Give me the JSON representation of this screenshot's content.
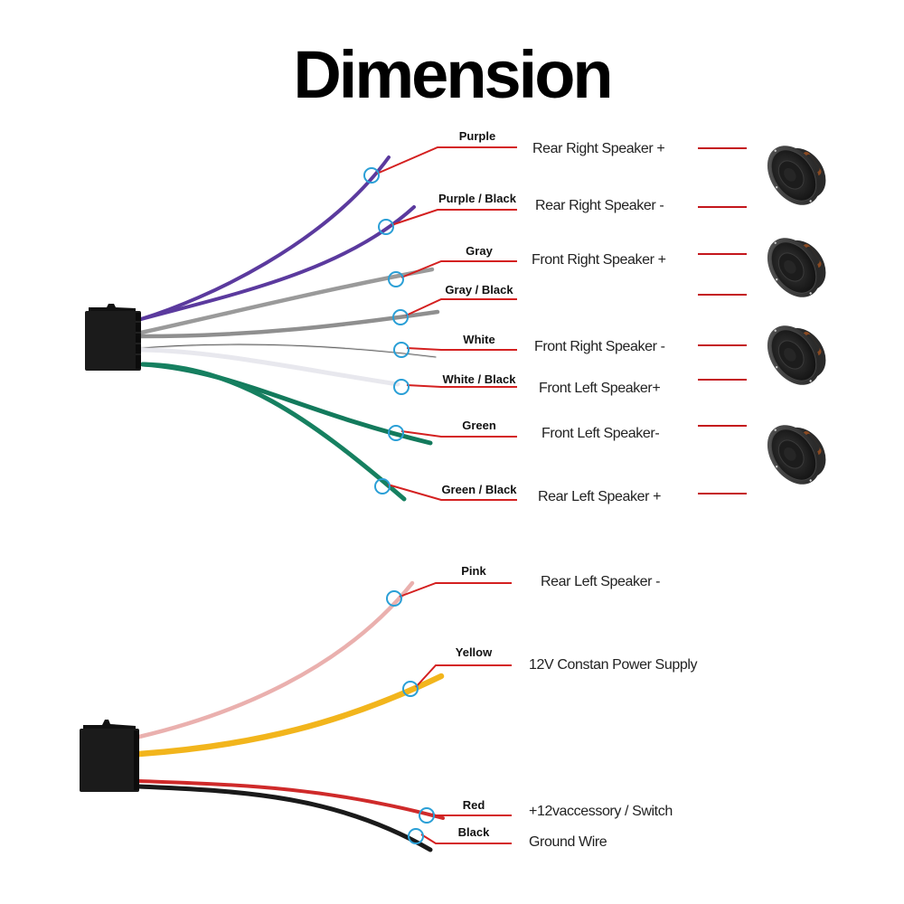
{
  "title": "Dimension",
  "colors": {
    "leader": "#d42020",
    "marker": "#2a9fd6",
    "speaker_line": "#c4161c"
  },
  "top_harness": {
    "connector": "black-connector-icon",
    "wires": [
      {
        "label": "Purple",
        "function": "Rear Right Speaker +",
        "color": "#5b3a9e"
      },
      {
        "label": "Purple / Black",
        "function": "Rear Right Speaker -",
        "color": "#5b3a9e"
      },
      {
        "label": "Gray",
        "function": "Front Right Speaker +",
        "color": "#9a9a9a"
      },
      {
        "label": "Gray / Black",
        "function": "",
        "color": "#8f8f8f"
      },
      {
        "label": "White",
        "function": "Front Right Speaker -",
        "color": "#dcdcdc"
      },
      {
        "label": "White / Black",
        "function": "Front Left Speaker+",
        "color": "#e8e8ee"
      },
      {
        "label": "Green",
        "function": "Front Left Speaker-",
        "color": "#137a5c"
      },
      {
        "label": "Green / Black",
        "function": "Rear Left Speaker +",
        "color": "#168060"
      }
    ]
  },
  "speakers": [
    {
      "name": "speaker-icon"
    },
    {
      "name": "speaker-icon"
    },
    {
      "name": "speaker-icon"
    },
    {
      "name": "speaker-icon"
    }
  ],
  "bottom_harness": {
    "connector": "black-connector-icon",
    "wires": [
      {
        "label": "Pink",
        "function": "Rear Left Speaker -",
        "color": "#eab0ae"
      },
      {
        "label": "Yellow",
        "function": "12V Constan Power Supply",
        "color": "#f2b51c"
      },
      {
        "label": "Red",
        "function": "+12vaccessory / Switch",
        "color": "#cf2a2a"
      },
      {
        "label": "Black",
        "function": "Ground Wire",
        "color": "#1a1a1a"
      }
    ]
  }
}
